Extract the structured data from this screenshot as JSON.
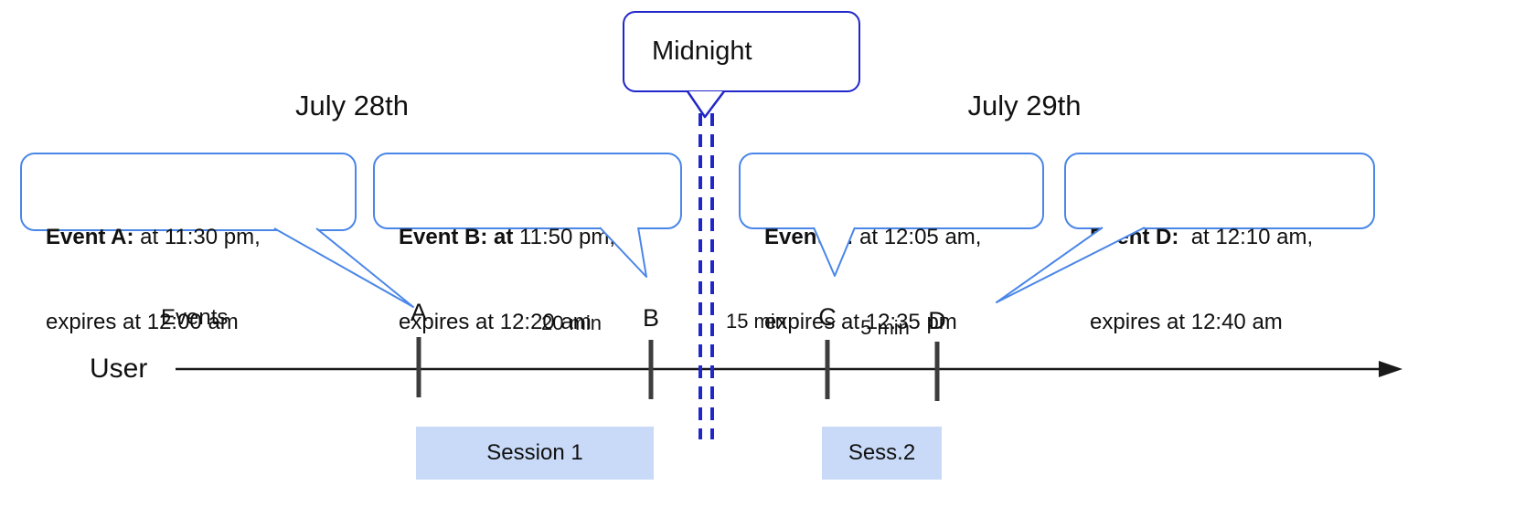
{
  "colors": {
    "accent_blue": "#4a86e8",
    "midnight_blue": "#2126c9",
    "session_fill": "#c9daf8",
    "line_dark": "#3d3d3d"
  },
  "headings": {
    "left_date": "July 28th",
    "right_date": "July 29th"
  },
  "midnight": {
    "label": "Midnight"
  },
  "axis": {
    "events_label": "Events",
    "user_label": "User"
  },
  "event_callouts": [
    {
      "bold": "Event A:",
      "rest": " at 11:30 pm,",
      "line2": "expires at 12:00 am"
    },
    {
      "bold": "Event B: at",
      "rest": " 11:50 pm,",
      "line2": "expires at 12:20 am"
    },
    {
      "bold": "Event C:",
      "rest": " at 12:05 am,",
      "line2": "expires at 12:35 pm"
    },
    {
      "bold": "Event D:",
      "rest": "  at 12:10 am,",
      "line2": "expires at 12:40 am"
    }
  ],
  "timeline_marks": [
    {
      "letter": "A"
    },
    {
      "letter": "B"
    },
    {
      "letter": "C"
    },
    {
      "letter": "D"
    }
  ],
  "intervals": [
    {
      "label": "20 min"
    },
    {
      "label": "15 min"
    },
    {
      "label": "5 min"
    }
  ],
  "sessions": [
    {
      "label": "Session 1"
    },
    {
      "label": "Sess.2"
    }
  ]
}
